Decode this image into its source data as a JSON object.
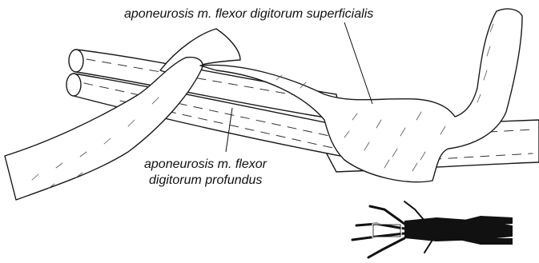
{
  "labels": {
    "superficialis": "aponeurosis m. flexor digitorum superficialis",
    "profundus_line1": "aponeurosis m. flexor",
    "profundus_line2": "digitorum profundus"
  },
  "colors": {
    "ink": "#1a1a1a",
    "paper": "#ffffff",
    "inset_fill": "#111111"
  },
  "inset": {
    "icon": "dog-paw-skeleton-icon"
  }
}
